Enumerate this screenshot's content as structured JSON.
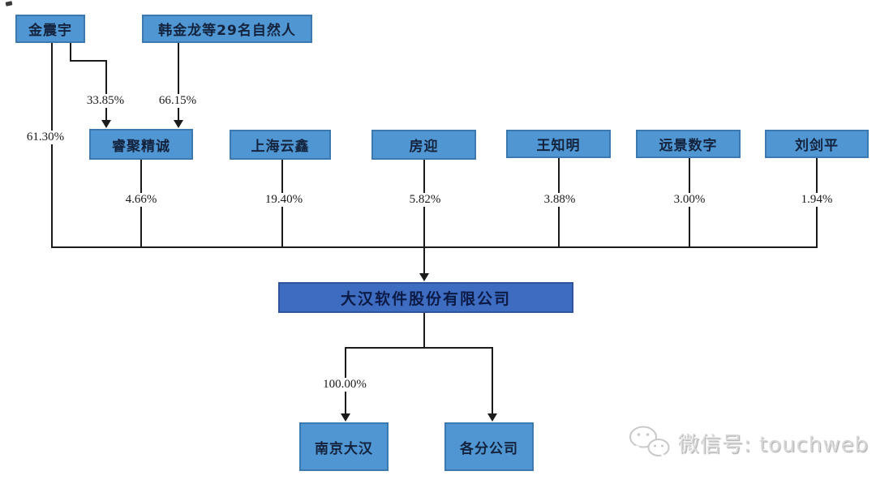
{
  "diagram": {
    "title_implicit": "equity-structure-diagram",
    "nodes": {
      "jin": {
        "label": "金震宇"
      },
      "han": {
        "label": "韩金龙等29名自然人"
      },
      "ruiju": {
        "label": "睿聚精诚"
      },
      "shanghai": {
        "label": "上海云鑫"
      },
      "fang": {
        "label": "房迎"
      },
      "wang": {
        "label": "王知明"
      },
      "yuanjing": {
        "label": "远景数字"
      },
      "liu": {
        "label": "刘剑平"
      },
      "company": {
        "label": "大汉软件股份有限公司"
      },
      "njdh": {
        "label": "南京大汉"
      },
      "branches": {
        "label": "各分公司"
      }
    },
    "edges": [
      {
        "from": "金震宇",
        "to": "大汉软件股份有限公司",
        "label": "61.30%"
      },
      {
        "from": "金震宇",
        "to": "睿聚精诚",
        "label": "33.85%"
      },
      {
        "from": "韩金龙等29名自然人",
        "to": "睿聚精诚",
        "label": "66.15%"
      },
      {
        "from": "睿聚精诚",
        "to": "大汉软件股份有限公司",
        "label": "4.66%"
      },
      {
        "from": "上海云鑫",
        "to": "大汉软件股份有限公司",
        "label": "19.40%"
      },
      {
        "from": "房迎",
        "to": "大汉软件股份有限公司",
        "label": "5.82%"
      },
      {
        "from": "王知明",
        "to": "大汉软件股份有限公司",
        "label": "3.88%"
      },
      {
        "from": "远景数字",
        "to": "大汉软件股份有限公司",
        "label": "3.00%"
      },
      {
        "from": "刘剑平",
        "to": "大汉软件股份有限公司",
        "label": "1.94%"
      },
      {
        "from": "大汉软件股份有限公司",
        "to": "南京大汉",
        "label": "100.00%"
      },
      {
        "from": "大汉软件股份有限公司",
        "to": "各分公司",
        "label": ""
      }
    ],
    "colors": {
      "node_fill": "#5096d2",
      "node_border": "#3b79ae",
      "company_fill": "#3e6cc1",
      "company_border": "#30549b",
      "line": "#1b1b1b",
      "background": "#ffffff",
      "watermark": "#d6d6d6"
    }
  },
  "watermark": {
    "text": "微信号: touchweb",
    "icon": "wechat-icon"
  }
}
